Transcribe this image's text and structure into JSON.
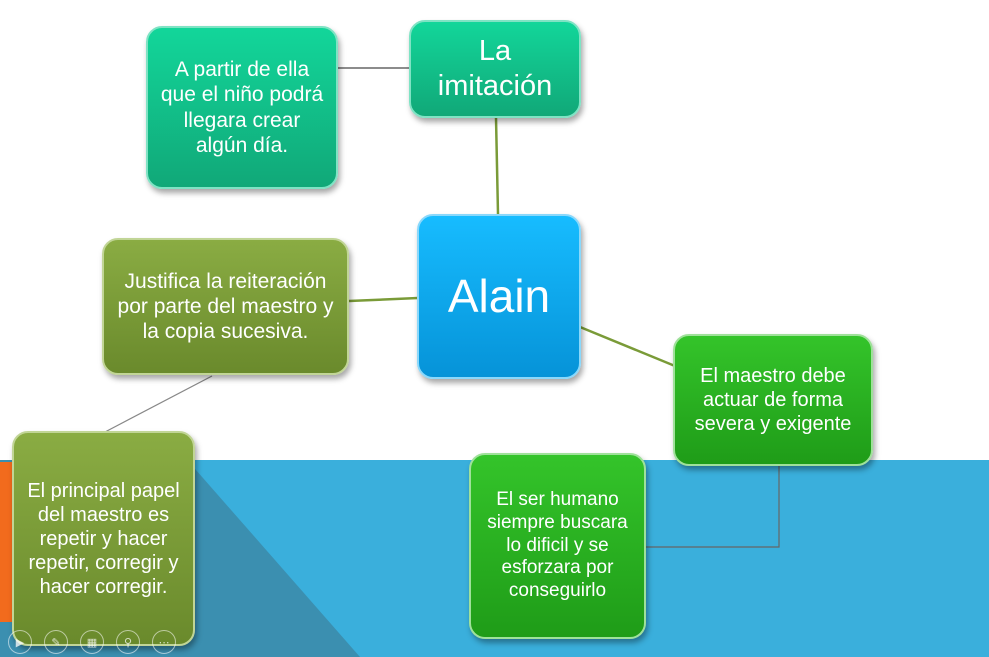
{
  "diagram": {
    "center": {
      "label": "Alain"
    },
    "nodes": {
      "imitacion": "La imitación",
      "partir": "A partir de ella que el niño podrá llegara crear algún día.",
      "justifica": "Justifica la reiteración por parte del maestro y la copia sucesiva.",
      "principal": "El principal papel del maestro es repetir y hacer repetir, corregir y hacer corregir.",
      "maestro_debe": "El maestro debe actuar de forma severa y exigente",
      "ser_humano": "El ser humano siempre buscara lo dificil y se esforzara por conseguirlo"
    }
  },
  "colors": {
    "teal": "#11b884",
    "blue": "#0aa6ef",
    "olive": "#7a9b38",
    "green": "#27ad1f",
    "band": "#3aafdc",
    "accent": "#f26b1d"
  },
  "toolbar": {
    "icons": [
      "play-icon",
      "pen-icon",
      "slides-icon",
      "zoom-icon",
      "more-icon"
    ]
  }
}
